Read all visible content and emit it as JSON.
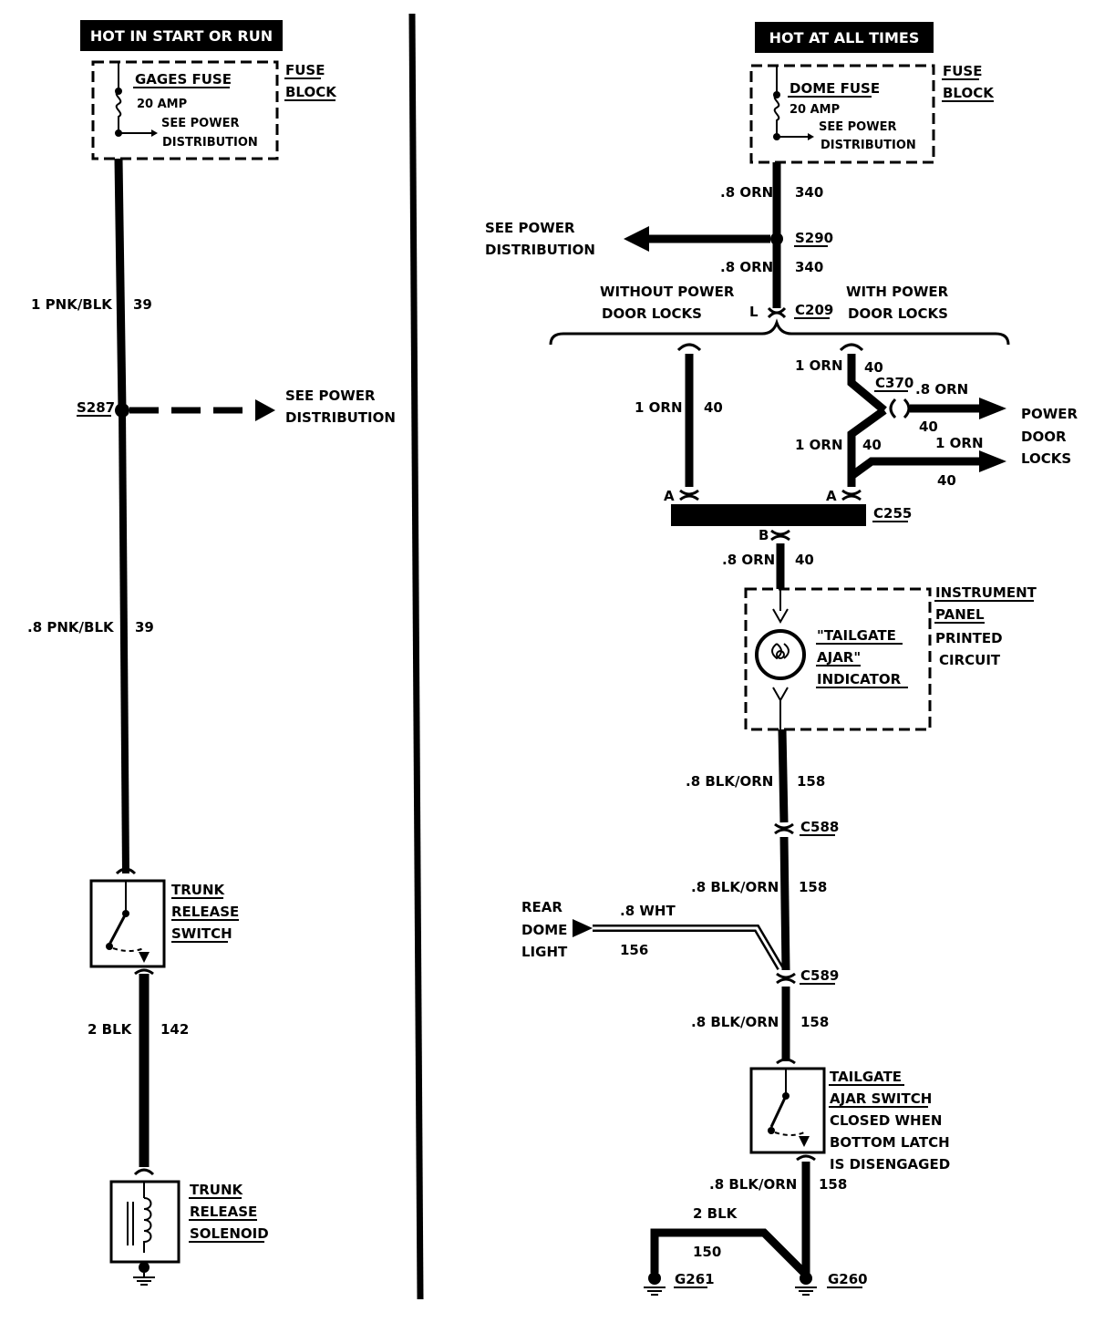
{
  "left": {
    "header": "HOT IN START OR RUN",
    "fuse_name": "GAGES FUSE",
    "fuse_rating": "20 AMP",
    "fuse_see_1": "SEE POWER",
    "fuse_see_2": "DISTRIBUTION",
    "fuse_block_1": "FUSE",
    "fuse_block_2": "BLOCK",
    "wire1_gauge": "1 PNK/BLK",
    "wire1_circuit": "39",
    "splice": "S287",
    "splice_see_1": "SEE POWER",
    "splice_see_2": "DISTRIBUTION",
    "wire2_gauge": ".8 PNK/BLK",
    "wire2_circuit": "39",
    "switch_1": "TRUNK",
    "switch_2": "RELEASE",
    "switch_3": "SWITCH",
    "wire3_gauge": "2 BLK",
    "wire3_circuit": "142",
    "solenoid_1": "TRUNK",
    "solenoid_2": "RELEASE",
    "solenoid_3": "SOLENOID"
  },
  "right": {
    "header": "HOT AT ALL TIMES",
    "fuse_name": "DOME FUSE",
    "fuse_rating": "20 AMP",
    "fuse_see_1": "SEE POWER",
    "fuse_see_2": "DISTRIBUTION",
    "fuse_block_1": "FUSE",
    "fuse_block_2": "BLOCK",
    "wire_a_gauge": ".8 ORN",
    "wire_a_circuit": "340",
    "see_power_1": "SEE POWER",
    "see_power_2": "DISTRIBUTION",
    "splice": "S290",
    "wire_b_gauge": ".8 ORN",
    "wire_b_circuit": "340",
    "without_1": "WITHOUT POWER",
    "without_2": "DOOR LOCKS",
    "with_1": "WITH POWER",
    "with_2": "DOOR LOCKS",
    "conn_l_pin": "L",
    "conn_c209": "C209",
    "left_branch_gauge": "1 ORN",
    "left_branch_circuit": "40",
    "rb_top_gauge": "1 ORN",
    "rb_top_circuit": "40",
    "conn_c370": "C370",
    "pdl_gauge_1": ".8 ORN",
    "pdl_circuit_1": "40",
    "rb_bot_gauge": "1 ORN",
    "rb_bot_circuit": "40",
    "pdl_gauge_2": "1 ORN",
    "pdl_circuit_2": "40",
    "pdl_1": "POWER",
    "pdl_2": "DOOR",
    "pdl_3": "LOCKS",
    "pin_a_left": "A",
    "pin_a_right": "A",
    "conn_c255": "C255",
    "pin_b": "B",
    "wire_c_gauge": ".8 ORN",
    "wire_c_circuit": "40",
    "ip_1": "INSTRUMENT",
    "ip_2": "PANEL",
    "ip_3": "PRINTED",
    "ip_4": "CIRCUIT",
    "ind_1": "\"TAILGATE",
    "ind_2": "AJAR\"",
    "ind_3": "INDICATOR",
    "wire_d_gauge": ".8 BLK/ORN",
    "wire_d_circuit": "158",
    "conn_c588": "C588",
    "wire_e_gauge": ".8 BLK/ORN",
    "wire_e_circuit": "158",
    "rear_1": "REAR",
    "rear_2": "DOME",
    "rear_3": "LIGHT",
    "white_gauge": ".8 WHT",
    "white_circuit": "156",
    "conn_c589": "C589",
    "wire_f_gauge": ".8 BLK/ORN",
    "wire_f_circuit": "158",
    "tg_1": "TAILGATE",
    "tg_2": "AJAR SWITCH",
    "tg_3": "CLOSED WHEN",
    "tg_4": "BOTTOM LATCH",
    "tg_5": "IS DISENGAGED",
    "wire_g_gauge": ".8 BLK/ORN",
    "wire_g_circuit": "158",
    "ground_gauge": "2 BLK",
    "ground_circuit": "150",
    "g261": "G261",
    "g260": "G260"
  }
}
